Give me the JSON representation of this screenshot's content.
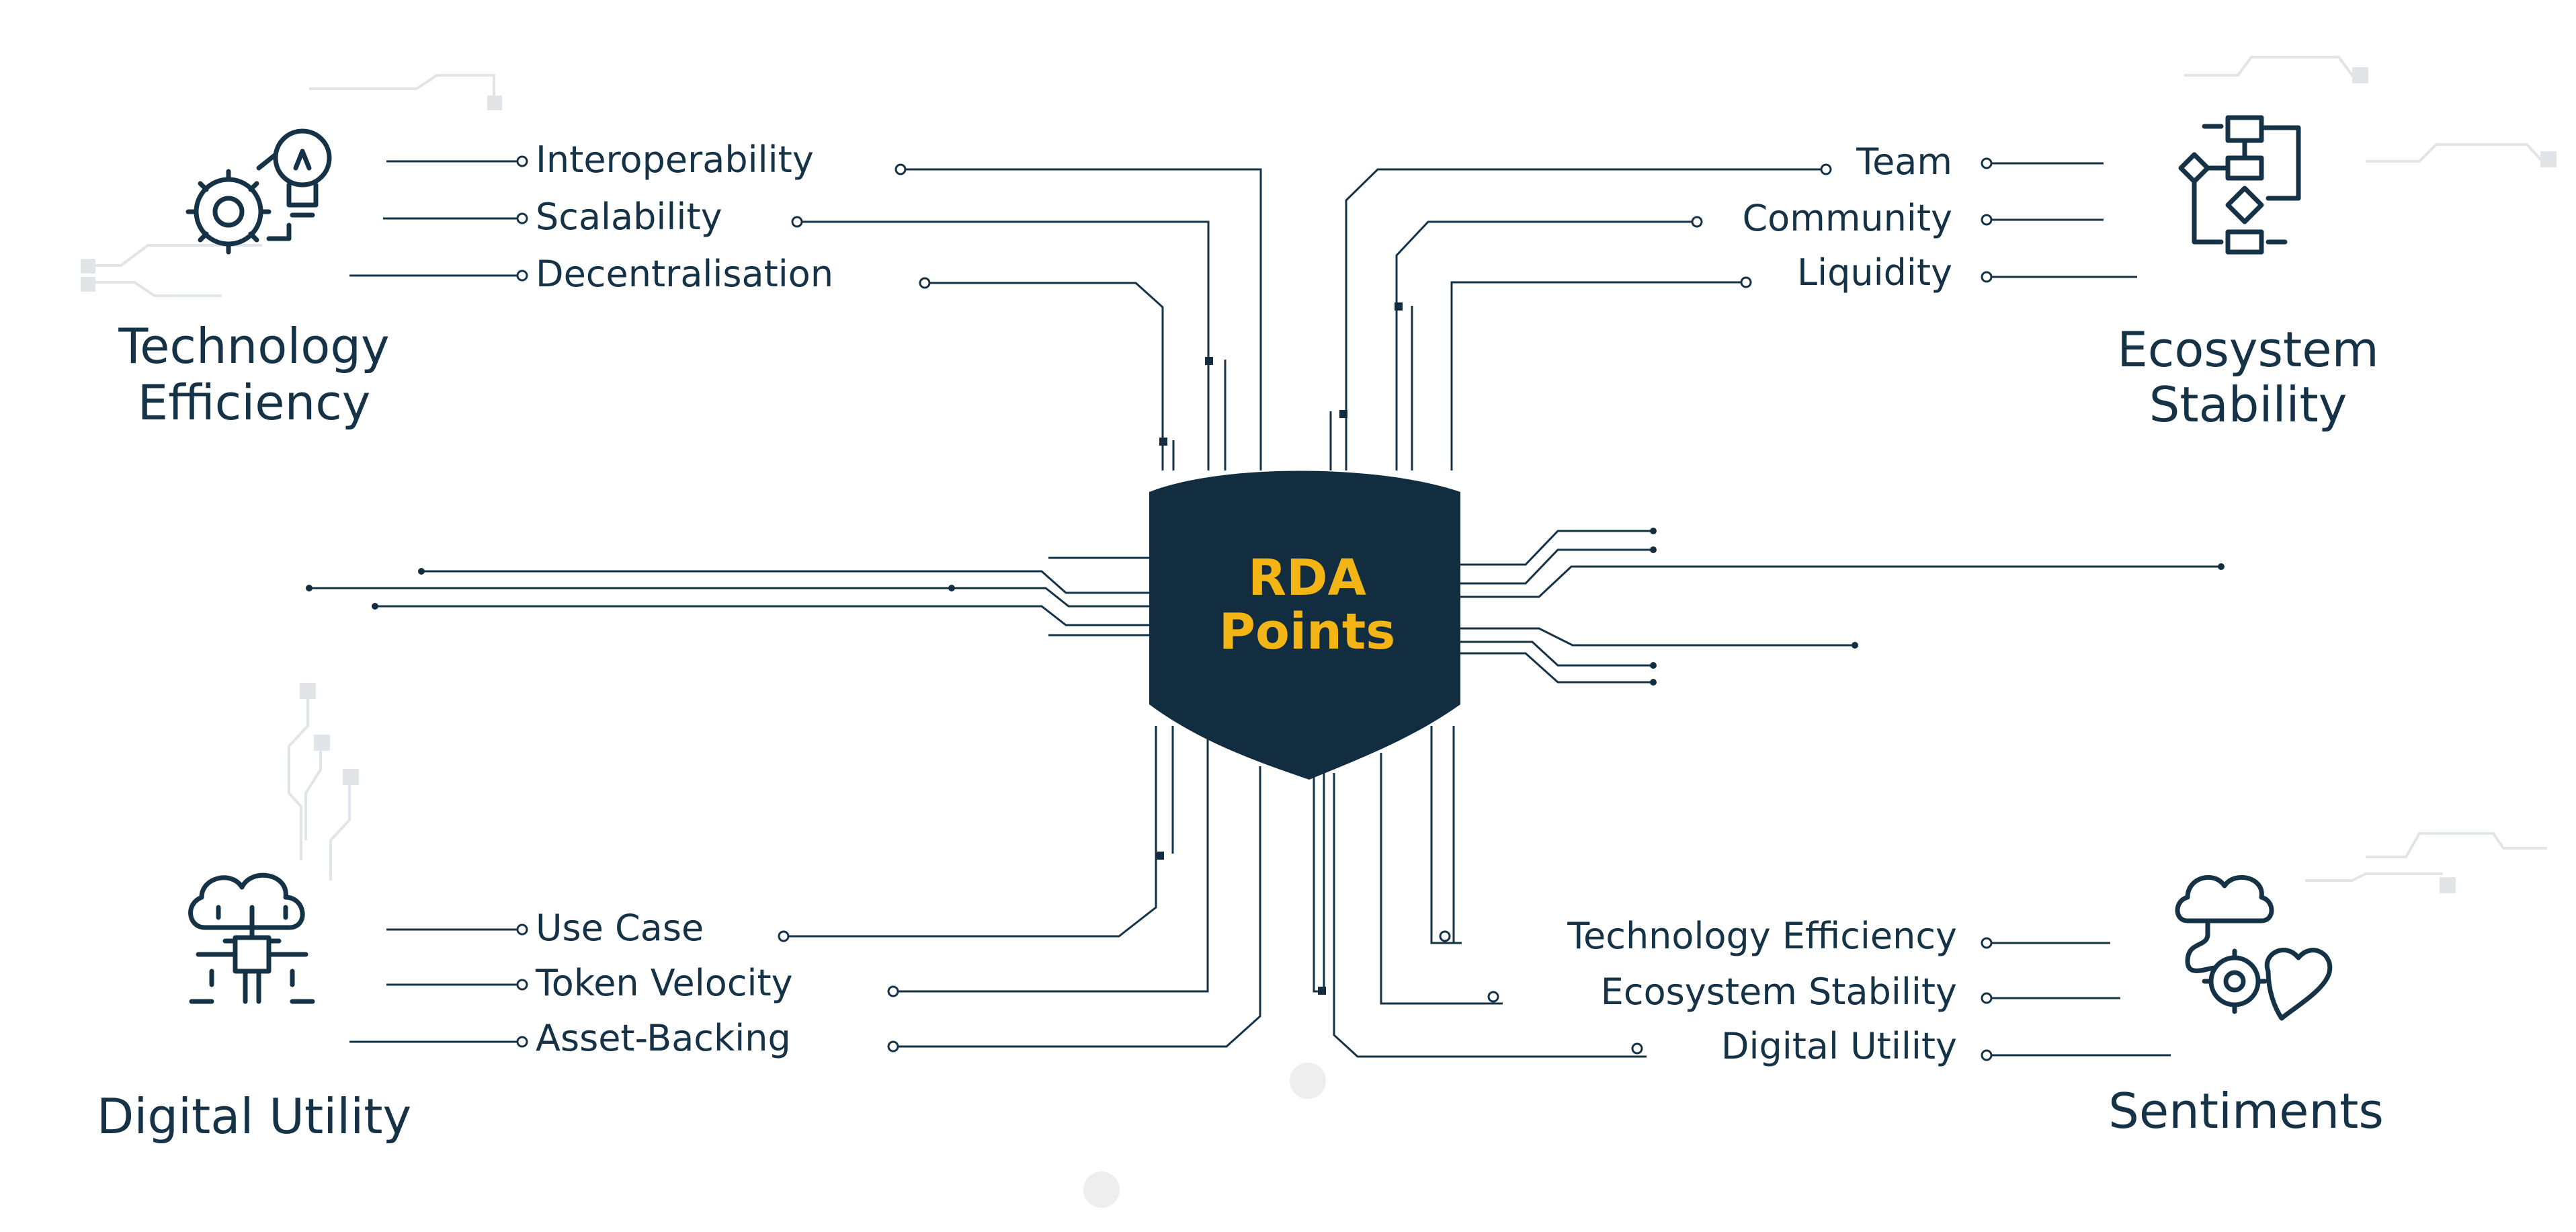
{
  "center": {
    "line1": "RDA",
    "line2": "Points"
  },
  "categories": {
    "top_left": {
      "title_line1": "Technology",
      "title_line2": "Efficiency",
      "icon": "gear-lightbulb-icon",
      "items": [
        "Interoperability",
        "Scalability",
        "Decentralisation"
      ]
    },
    "top_right": {
      "title_line1": "Ecosystem",
      "title_line2": "Stability",
      "icon": "flowchart-icon",
      "items": [
        "Team",
        "Community",
        "Liquidity"
      ]
    },
    "bottom_left": {
      "title_line1": "Digital Utility",
      "icon": "cloud-circuit-icon",
      "items": [
        "Use Case",
        "Token Velocity",
        "Asset-Backing"
      ]
    },
    "bottom_right": {
      "title_line1": "Sentiments",
      "icon": "cloud-gear-heart-icon",
      "items": [
        "Technology Efficiency",
        "Ecosystem Stability",
        "Digital Utility"
      ]
    }
  },
  "colors": {
    "navy": "#112d3f",
    "text": "#163246",
    "accent": "#f3b515",
    "decoration": "#e2e5e8"
  }
}
